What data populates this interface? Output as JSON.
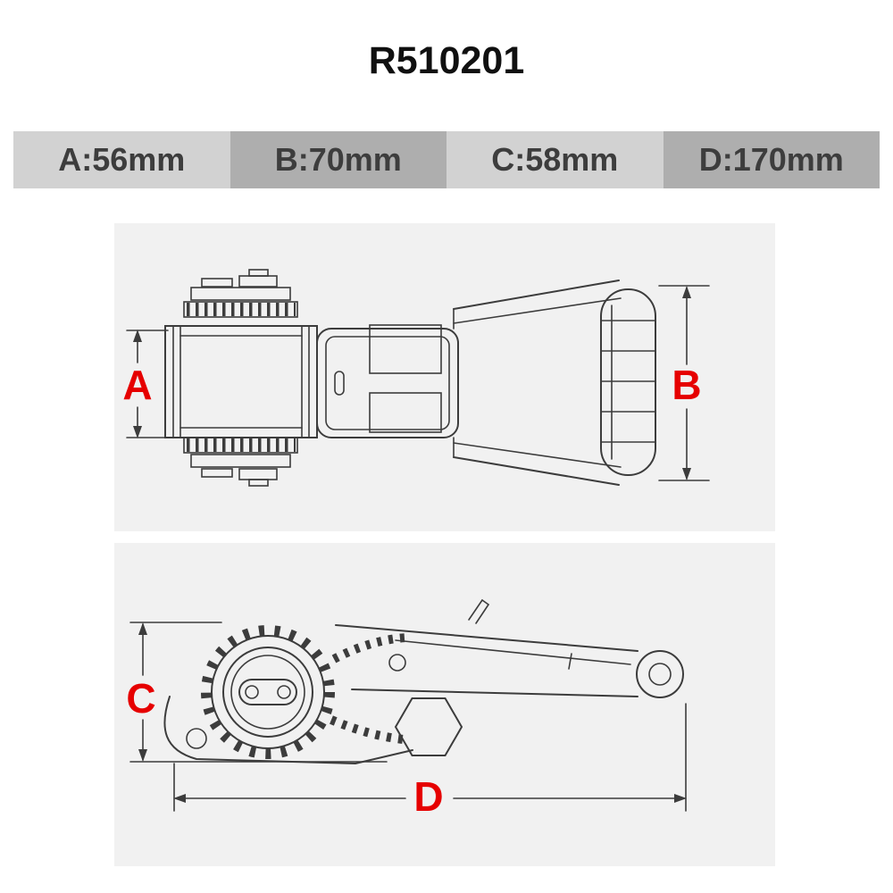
{
  "title": "R510201",
  "spec_bar": {
    "items": [
      {
        "name": "A",
        "label": "A:56mm"
      },
      {
        "name": "B",
        "label": "B:70mm"
      },
      {
        "name": "C",
        "label": "C:58mm"
      },
      {
        "name": "D",
        "label": "D:170mm"
      }
    ]
  },
  "views": {
    "top": {
      "dim_a": "A",
      "dim_b": "B"
    },
    "side": {
      "dim_c": "C",
      "dim_d": "D"
    }
  },
  "colors": {
    "dimension_letter": "#e60000",
    "drawing_line": "#3c3c3c",
    "spec_cell_light": "#d2d2d2",
    "spec_cell_dark": "#aeaeae",
    "panel_background": "#f1f1f1",
    "spec_text": "#3d3d3d"
  }
}
